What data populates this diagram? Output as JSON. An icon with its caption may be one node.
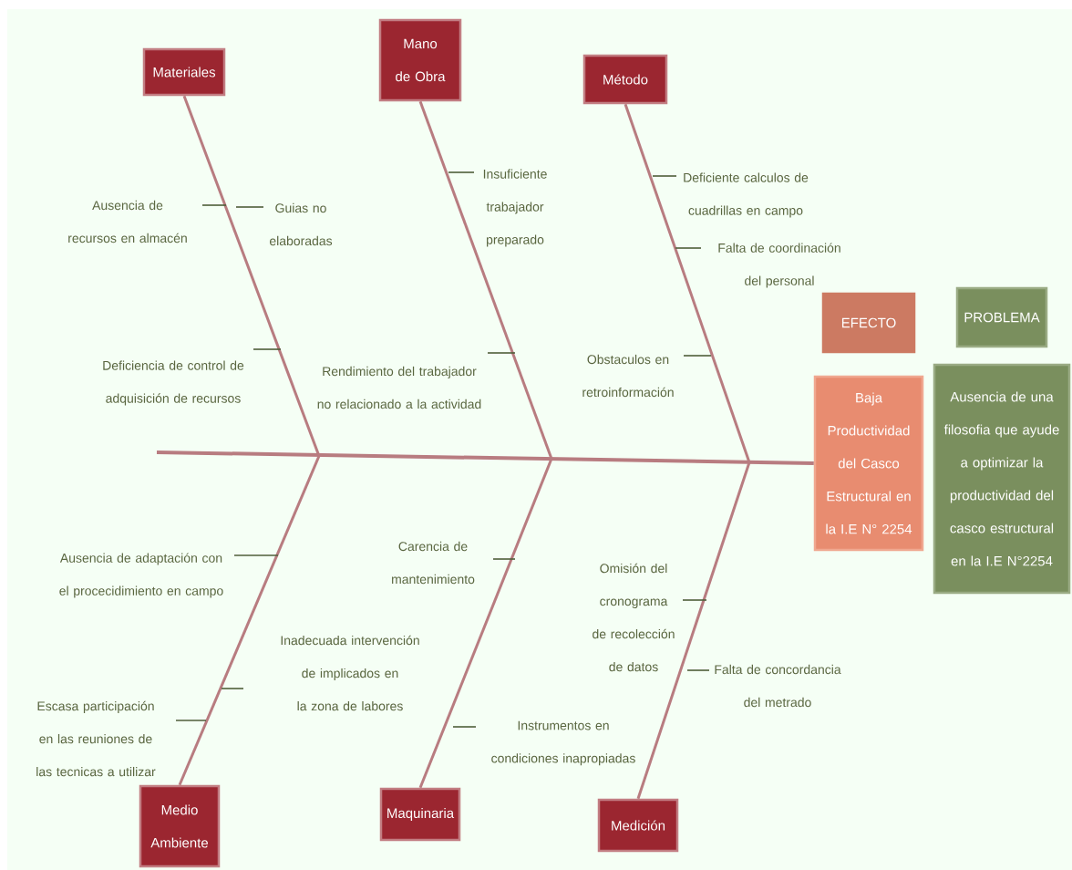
{
  "diagram": {
    "nodes": [
      {
        "text": [
          "Materiales"
        ]
      },
      {
        "text": [
          "Mano de Obra"
        ]
      },
      {
        "text": [
          "Método"
        ]
      },
      {
        "text": [
          "EFECTO"
        ]
      },
      {
        "text": [
          "PROBLEMA"
        ]
      },
      {
        "text": [
          "Baja Productividad del Casco Estructural en la I.E N° 2254"
        ]
      },
      {
        "text": [
          "Ausencia de una filosofia que ayude a optimizar la productividad del casco estructural en la I.E N°2254"
        ]
      },
      {
        "text": [
          "Medio Ambiente"
        ]
      },
      {
        "text": [
          "Maquinaria"
        ]
      },
      {
        "text": [
          "Medición"
        ]
      }
    ],
    "edges": [
      {
        "from": null,
        "to": 5,
        "arrow": "none"
      },
      {
        "from": 0,
        "to": null,
        "arrow": "none"
      },
      {
        "from": 1,
        "to": null,
        "arrow": "none"
      },
      {
        "from": 2,
        "to": null,
        "arrow": "none"
      },
      {
        "from": 7,
        "to": null,
        "arrow": "none"
      },
      {
        "from": 8,
        "to": null,
        "arrow": "none"
      },
      {
        "from": 9,
        "to": null,
        "arrow": "none"
      }
    ],
    "labels": [
      "Insuficiente trabajador preparado",
      "Deficiente calculos de cuadrillas en campo",
      "Ausencia de recursos en almacén",
      "Guias no elaboradas",
      "Falta de coordinación del personal",
      "Deficiencia de control de adquisición de recursos",
      "Rendimiento del trabajador no relacionado a la actividad",
      "Obstaculos en retroinformación",
      "Ausencia de adaptación con el procecidimiento en campo",
      "Carencia de mantenimiento",
      "Omisión del cronograma de recolección de datos",
      "Inadecuada intervención de implicados en la zona de labores",
      "Falta de concordancia del metrado",
      "Escasa participación en las reuniones de las tecnicas a utilizar",
      "Instrumentos en condiciones inapropiadas"
    ]
  }
}
